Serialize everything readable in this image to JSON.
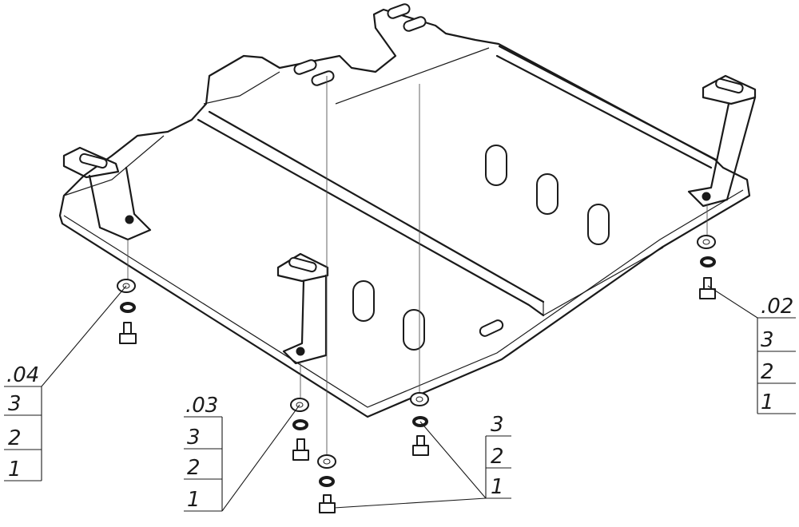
{
  "callouts": {
    "c04": {
      "title": ".04",
      "items": [
        "3",
        "2",
        "1"
      ]
    },
    "c03": {
      "title": ".03",
      "items": [
        "3",
        "2",
        "1"
      ]
    },
    "c02": {
      "title": ".02",
      "items": [
        "3",
        "2",
        "1"
      ]
    },
    "cx": {
      "items": [
        "3",
        "2",
        "1"
      ]
    }
  },
  "colors": {
    "line": "#1a1a1a",
    "background": "#ffffff"
  }
}
